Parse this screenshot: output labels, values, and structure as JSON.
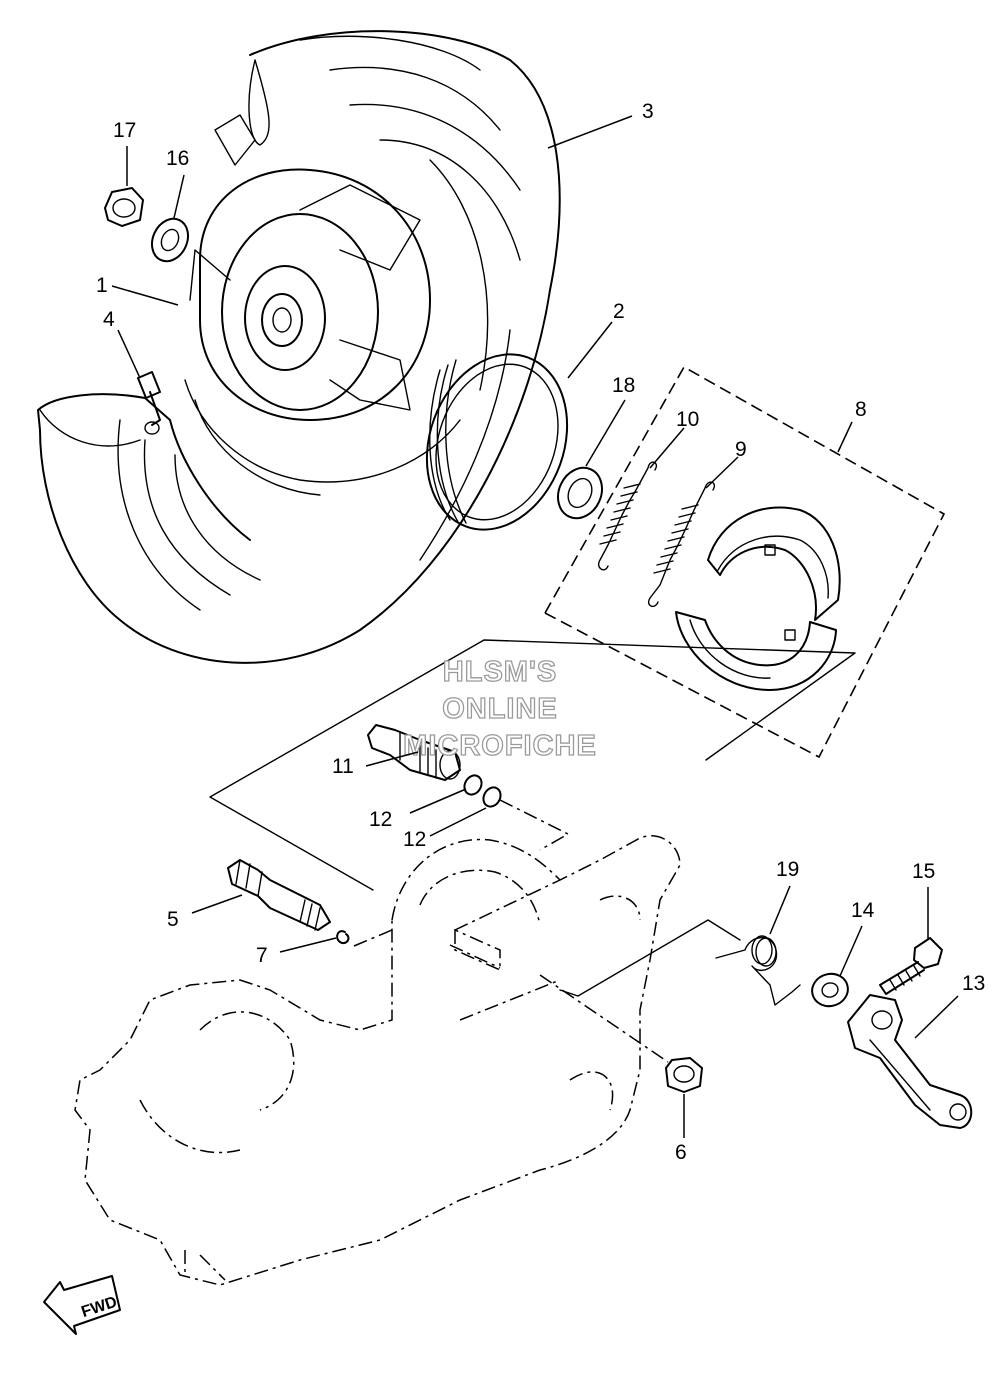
{
  "watermark": [
    "HLSM'S",
    "ONLINE",
    "MICROFICHE"
  ],
  "direction_label": "FWD",
  "callouts": {
    "p1": "1",
    "p2": "2",
    "p3": "3",
    "p4": "4",
    "p5": "5",
    "p6": "6",
    "p7": "7",
    "p8": "8",
    "p9": "9",
    "p10": "10",
    "p11": "11",
    "p12a": "12",
    "p12b": "12",
    "p13": "13",
    "p14": "14",
    "p15": "15",
    "p16": "16",
    "p17": "17",
    "p18": "18",
    "p19": "19"
  }
}
